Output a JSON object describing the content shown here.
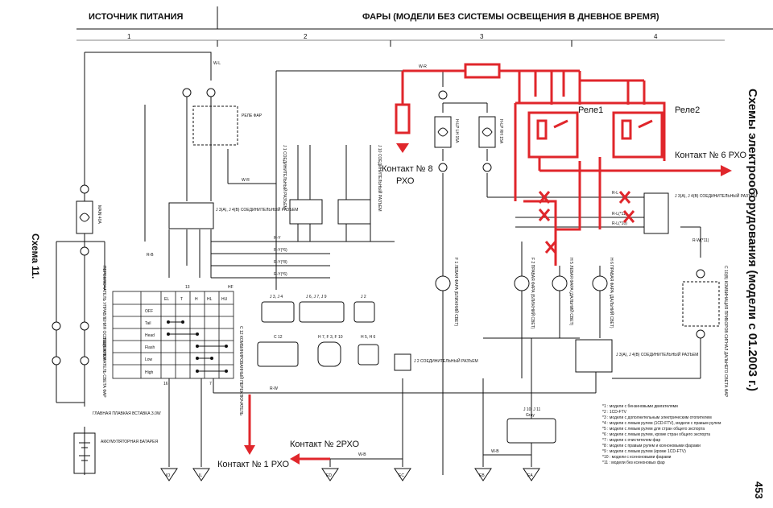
{
  "header": {
    "left_title": "ИСТОЧНИК ПИТАНИЯ",
    "right_title": "ФАРЫ (МОДЕЛИ БЕЗ СИСТЕМЫ ОСВЕЩЕНИЯ В ДНЕВНОЕ ВРЕМЯ)",
    "columns": [
      "1",
      "2",
      "3",
      "4"
    ]
  },
  "side": {
    "schema_label": "Схема 11.",
    "right_title": "Схемы электрооборудования (модели с 01.2003 г.)",
    "page_number": "453"
  },
  "annotations": {
    "rele1": "Реле1",
    "rele2": "Реле2",
    "contact6": "Контакт № 6 РХО",
    "contact8_line1": "Контакт № 8",
    "contact8_line2": "РХО",
    "contact2": "Контакт № 2РХО",
    "contact1": "Контакт № 1 РХО"
  },
  "wires": {
    "wr": "W-R",
    "wl": "W-L",
    "wb": "W-B",
    "rw": "R-W",
    "ry": "R-Y",
    "rl": "R-L",
    "rb": "R-B",
    "ry6": "R-Y(*6)",
    "ry8": "R-Y(*8)",
    "rl11": "R-L(*11)",
    "rl10": "R-L(*10)",
    "rwt": "R-W(*11)"
  },
  "components": {
    "main_fuse": "MAIN 40A",
    "h_lp_lh": "H-LP LH 15A",
    "h_lp_rh": "H-LP RH 15A",
    "battery": "АККУМУЛЯТОРНАЯ БАТАРЕЯ",
    "fusible": "ГЛАВНАЯ ПЛАВКАЯ ВСТАВКА 3.0W",
    "relay": "РЕЛЕ ФАР",
    "conn_j3_left": "J 3(A), J 4(B) СОЕДИНИТЕЛЬНЫЙ РАЗЪЕМ",
    "conn_j3_right": "J 3(A), J 4(B) СОЕДИНИТЕЛЬНЫЙ РАЗЪЕМ",
    "conn_j3_bottom": "J 3(A), J 4(B) СОЕДИНИТЕЛЬНЫЙ РАЗЪЕМ",
    "conn_j1": "J 1 СОЕДИНИТЕЛЬНЫЙ РАЗЪЕМ",
    "conn_j10": "J 10 СОЕДИНИТЕЛЬНЫЙ РАЗЪЕМ",
    "conn_j2": "J 2 СОЕДИНИТЕЛЬНЫЙ РАЗЪЕМ",
    "left_lamp": "F 1 ЛЕВАЯ ФАРА (БЛИЖНИЙ СВЕТ)",
    "right_lamp": "F 2 ПРАВАЯ ФАРА (БЛИЖНИЙ СВЕТ)",
    "left_hi": "H 5 ЛЕВАЯ ФАРА (ДАЛЬНИЙ СВЕТ)",
    "right_hi": "H 6 ПРАВАЯ ФАРА (ДАЛЬНИЙ СВЕТ)",
    "combo": "C 12 КОМБИНИРОВАННЫЙ ПЕРЕКЛЮЧАТЕЛЬ",
    "switch_light": "ПЕРЕКЛЮЧАТЕЛЬ УПРАВЛЕНИЯ ОСВЕЩЕНИЕМ",
    "switch_dimmer": "ПЕРЕКЛЮЧАТЕЛЬ СВЕТА ФАР",
    "indicator": "C 10(B) КОМБИНАЦИЯ ПРИБОРОВ СИГНАЛ ДАЛЬНЕГО СВЕТА ФАР",
    "gray": "Gray",
    "connector_codes": [
      "J 3, J 4",
      "J 6, J 7, J 9",
      "J 2",
      "C 12",
      "H 7, F 3, F 10",
      "H 5, H 6",
      "J 10, J 11"
    ]
  },
  "switch_table": {
    "columns": [
      "EL",
      "T",
      "H",
      "HL",
      "HU",
      "HF"
    ],
    "rows": [
      "OFF",
      "Tail",
      "Head",
      "Flash",
      "Low",
      "High"
    ],
    "pins": [
      "13",
      "16",
      "7"
    ]
  },
  "grounds": [
    "IO",
    "IL",
    "ED",
    "EC",
    "EB",
    "EA"
  ],
  "footnotes": [
    "*1 : модели с бензиновыми двигателями",
    "*2 : 1CD-FTV",
    "*3 : модели с дополнительным электрическим отопителем",
    "*4 : модели с левым рулем (1CD-FTV), модели с правым рулем",
    "*5 : модели с левым рулем для стран общего экспорта",
    "*6 : модели с левым рулем, кроме стран общего экспорта",
    "*7 : модели с очистителем фар",
    "*8 : модели с правым рулем и ксеноновыми фарами",
    "*9 : модели с левым рулем (кроме 1CD-FTV)",
    "*10 : модели с ксеноновыми фарами",
    "*11 : модели без ксеноновых фар"
  ],
  "colors": {
    "annotation_red": "#e0262b",
    "line": "#111111"
  }
}
